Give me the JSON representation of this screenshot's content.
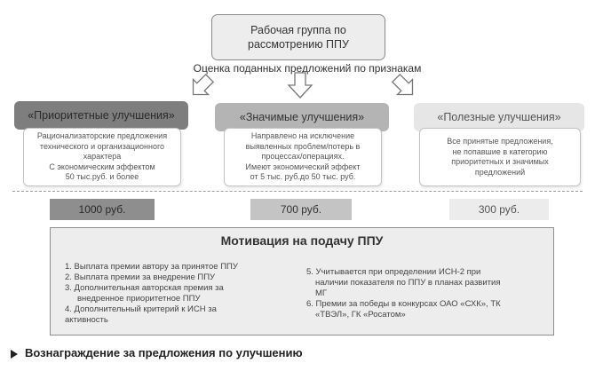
{
  "top_box": {
    "line1": "Рабочая группа по",
    "line2": "рассмотрению ППУ"
  },
  "subtitle": "Оценка поданных предложений по признакам",
  "categories": [
    {
      "title": "«Приоритетные улучшения»",
      "desc": [
        "Рационализаторские предложения",
        "технического и организационного",
        "характера",
        "С экономическим эффектом",
        "50 тыс.руб. и более"
      ],
      "amount": "1000 руб."
    },
    {
      "title": "«Значимые улучшения»",
      "desc": [
        "Направлено на исключение",
        "выявленных проблем/потерь в",
        "процессах/операциях.",
        "Имеют экономический эффект",
        "от 5 тыс. руб.до 50 тыс. руб."
      ],
      "amount": "700 руб."
    },
    {
      "title": "«Полезные улучшения»",
      "desc": [
        "Все принятые предложения,",
        "не попавшие в категорию",
        "приоритетных и значимых",
        "предложений"
      ],
      "amount": "300 руб."
    }
  ],
  "motivation": {
    "title": "Мотивация на подачу ППУ",
    "left": [
      "1. Выплата премии автору за принятое ППУ",
      "2. Выплата премии за внедрение ППУ",
      "3.  Дополнительная авторская премия за",
      "     внедренное приоритетное ППУ",
      "4. Дополнительный критерий к ИСН за",
      "активность"
    ],
    "right": [
      "5. Учитывается при определении ИСН-2 при",
      "    наличии показателя по ППУ в планах развития",
      "    МГ",
      "6. Премии за победы в конкурсах ОАО «СХК», ТК",
      "    «ТВЭЛ», ГК «Росатом»"
    ]
  },
  "caption": "Вознаграждение за предложения по улучшению",
  "colors": {
    "dark": "#7e7e7e",
    "mid": "#b4b4b4",
    "light": "#e6e6e6",
    "border": "#8a8a8a"
  }
}
